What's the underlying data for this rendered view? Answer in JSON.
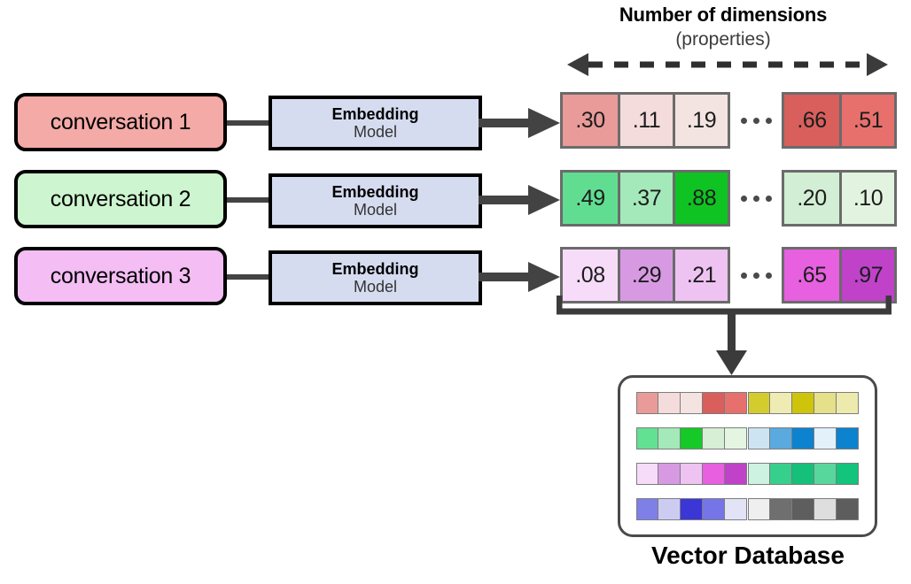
{
  "header": {
    "title": "Number of dimensions",
    "subtitle": "(properties)",
    "arrow_icon": "double-headed-dashed-arrow-icon"
  },
  "rows": [
    {
      "conversation_label": "conversation 1",
      "conversation_color": "#f4aaa7",
      "model_title": "Embedding",
      "model_subtitle": "Model",
      "vector_head": [
        {
          "value": ".30",
          "color": "#e99b99"
        },
        {
          "value": ".11",
          "color": "#f3dcdb"
        },
        {
          "value": ".19",
          "color": "#f4e4e1"
        }
      ],
      "vector_tail": [
        {
          "value": ".66",
          "color": "#d85f5c"
        },
        {
          "value": ".51",
          "color": "#e8706c"
        }
      ],
      "ellipsis": "•••"
    },
    {
      "conversation_label": "conversation 2",
      "conversation_color": "#cdf5cf",
      "model_title": "Embedding",
      "model_subtitle": "Model",
      "vector_head": [
        {
          "value": ".49",
          "color": "#61dd92"
        },
        {
          "value": ".37",
          "color": "#a4e9b9"
        },
        {
          "value": ".88",
          "color": "#0fc323"
        }
      ],
      "vector_tail": [
        {
          "value": ".20",
          "color": "#d2eed4"
        },
        {
          "value": ".10",
          "color": "#e2f4e0"
        }
      ],
      "ellipsis": "•••"
    },
    {
      "conversation_label": "conversation 3",
      "conversation_color": "#f4bdf4",
      "model_title": "Embedding",
      "model_subtitle": "Model",
      "vector_head": [
        {
          "value": ".08",
          "color": "#f6dcf9"
        },
        {
          "value": ".29",
          "color": "#d79ae2"
        },
        {
          "value": ".21",
          "color": "#eec3f2"
        }
      ],
      "vector_tail": [
        {
          "value": ".65",
          "color": "#e660e0"
        },
        {
          "value": ".97",
          "color": "#bf42c9"
        }
      ],
      "ellipsis": "•••"
    }
  ],
  "database": {
    "caption": "Vector Database",
    "grid": [
      [
        [
          "#e99b99",
          "#f3dcdb",
          "#f4e4e1",
          "#d85f5c",
          "#e8706c"
        ],
        [
          "#d4cc2e",
          "#eeecb2",
          "#cfc40c",
          "#e5e08a",
          "#ecebad"
        ]
      ],
      [
        [
          "#63e192",
          "#a4e9b9",
          "#14c928",
          "#d6efd5",
          "#e4f6e2"
        ],
        [
          "#cde4f2",
          "#5aaadf",
          "#0d82ce",
          "#e3f1fb",
          "#0d82ce"
        ]
      ],
      [
        [
          "#f6dcf9",
          "#d79ae2",
          "#eec3f2",
          "#e660e0",
          "#bf42c9"
        ],
        [
          "#cdf2e2",
          "#37cf8c",
          "#14c07a",
          "#57d79c",
          "#12c47c"
        ]
      ],
      [
        [
          "#7f7fe8",
          "#ccccf3",
          "#3b36d6",
          "#7675e8",
          "#e3e3f7"
        ],
        [
          "#efefef",
          "#6f6f6f",
          "#5e5e5e",
          "#dedede",
          "#5d5d5d"
        ]
      ]
    ]
  },
  "icons": {
    "flow_arrow": "arrow-right-icon",
    "down_arrow": "arrow-down-icon",
    "bracket": "grouping-bracket-icon"
  }
}
